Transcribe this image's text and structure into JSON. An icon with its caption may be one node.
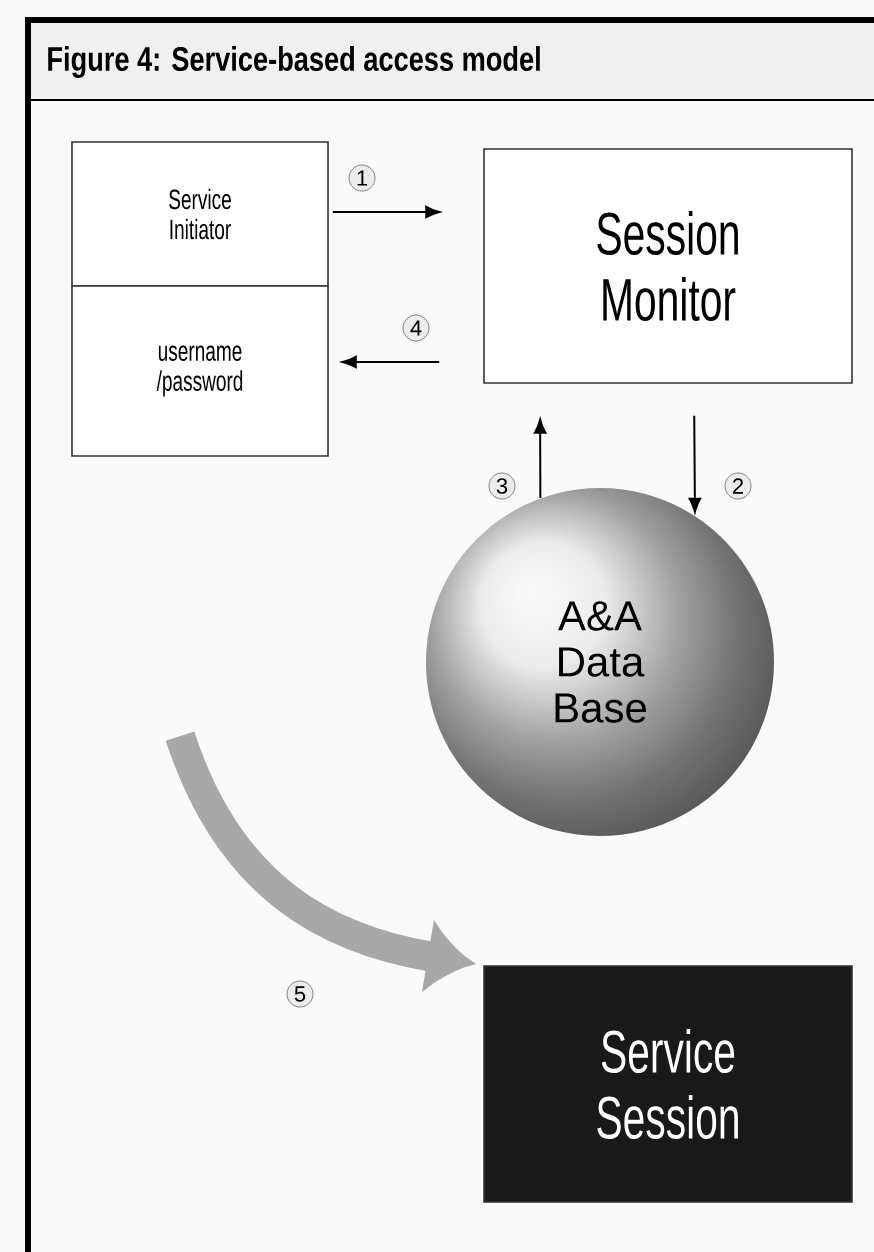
{
  "diagram": {
    "title": "Figure 4: Service-based access model",
    "nodes": [
      {
        "text": [
          "Service Initiator"
        ]
      },
      {
        "text": [
          "username /password"
        ]
      },
      {
        "text": [
          "Session Monitor"
        ]
      },
      {
        "text": [
          "A&A Data Base"
        ]
      },
      {
        "text": [
          "Service Session"
        ]
      }
    ],
    "edges": [
      {
        "from": 0,
        "to": 2,
        "arrow": "to",
        "label": "1"
      },
      {
        "from": 2,
        "to": 1,
        "arrow": "to",
        "label": "4"
      },
      {
        "from": 2,
        "to": 3,
        "arrow": "to",
        "label": "2"
      },
      {
        "from": 3,
        "to": 2,
        "arrow": "to",
        "label": "3"
      },
      {
        "from": null,
        "to": 4,
        "arrow": "to",
        "label": "5",
        "style": "thick",
        "color": "#a8a8a8"
      }
    ]
  }
}
